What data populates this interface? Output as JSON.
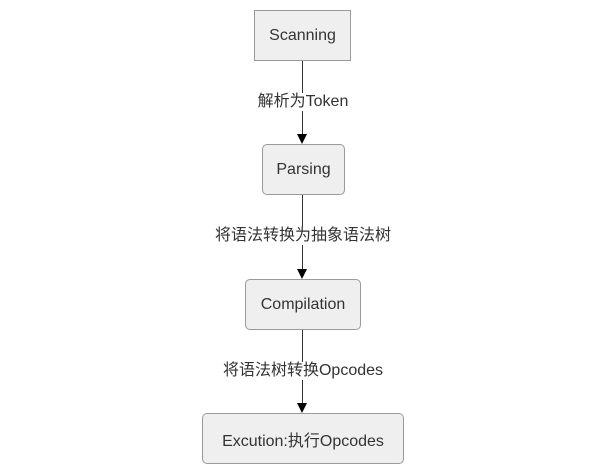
{
  "diagram": {
    "type": "flowchart",
    "direction": "top-to-bottom",
    "nodes": [
      {
        "id": "scanning",
        "label": "Scanning",
        "shape": "rectangle"
      },
      {
        "id": "parsing",
        "label": "Parsing",
        "shape": "rounded-rectangle"
      },
      {
        "id": "compilation",
        "label": "Compilation",
        "shape": "rounded-rectangle"
      },
      {
        "id": "execution",
        "label": "Excution:执行Opcodes",
        "shape": "rounded-rectangle"
      }
    ],
    "edges": [
      {
        "from": "scanning",
        "to": "parsing",
        "label": "解析为Token"
      },
      {
        "from": "parsing",
        "to": "compilation",
        "label": "将语法转换为抽象语法树"
      },
      {
        "from": "compilation",
        "to": "execution",
        "label": "将语法树转换Opcodes"
      }
    ]
  },
  "colors": {
    "node_fill": "#efefef",
    "node_border": "#9a9a9a",
    "edge": "#333333",
    "text": "#333333"
  }
}
